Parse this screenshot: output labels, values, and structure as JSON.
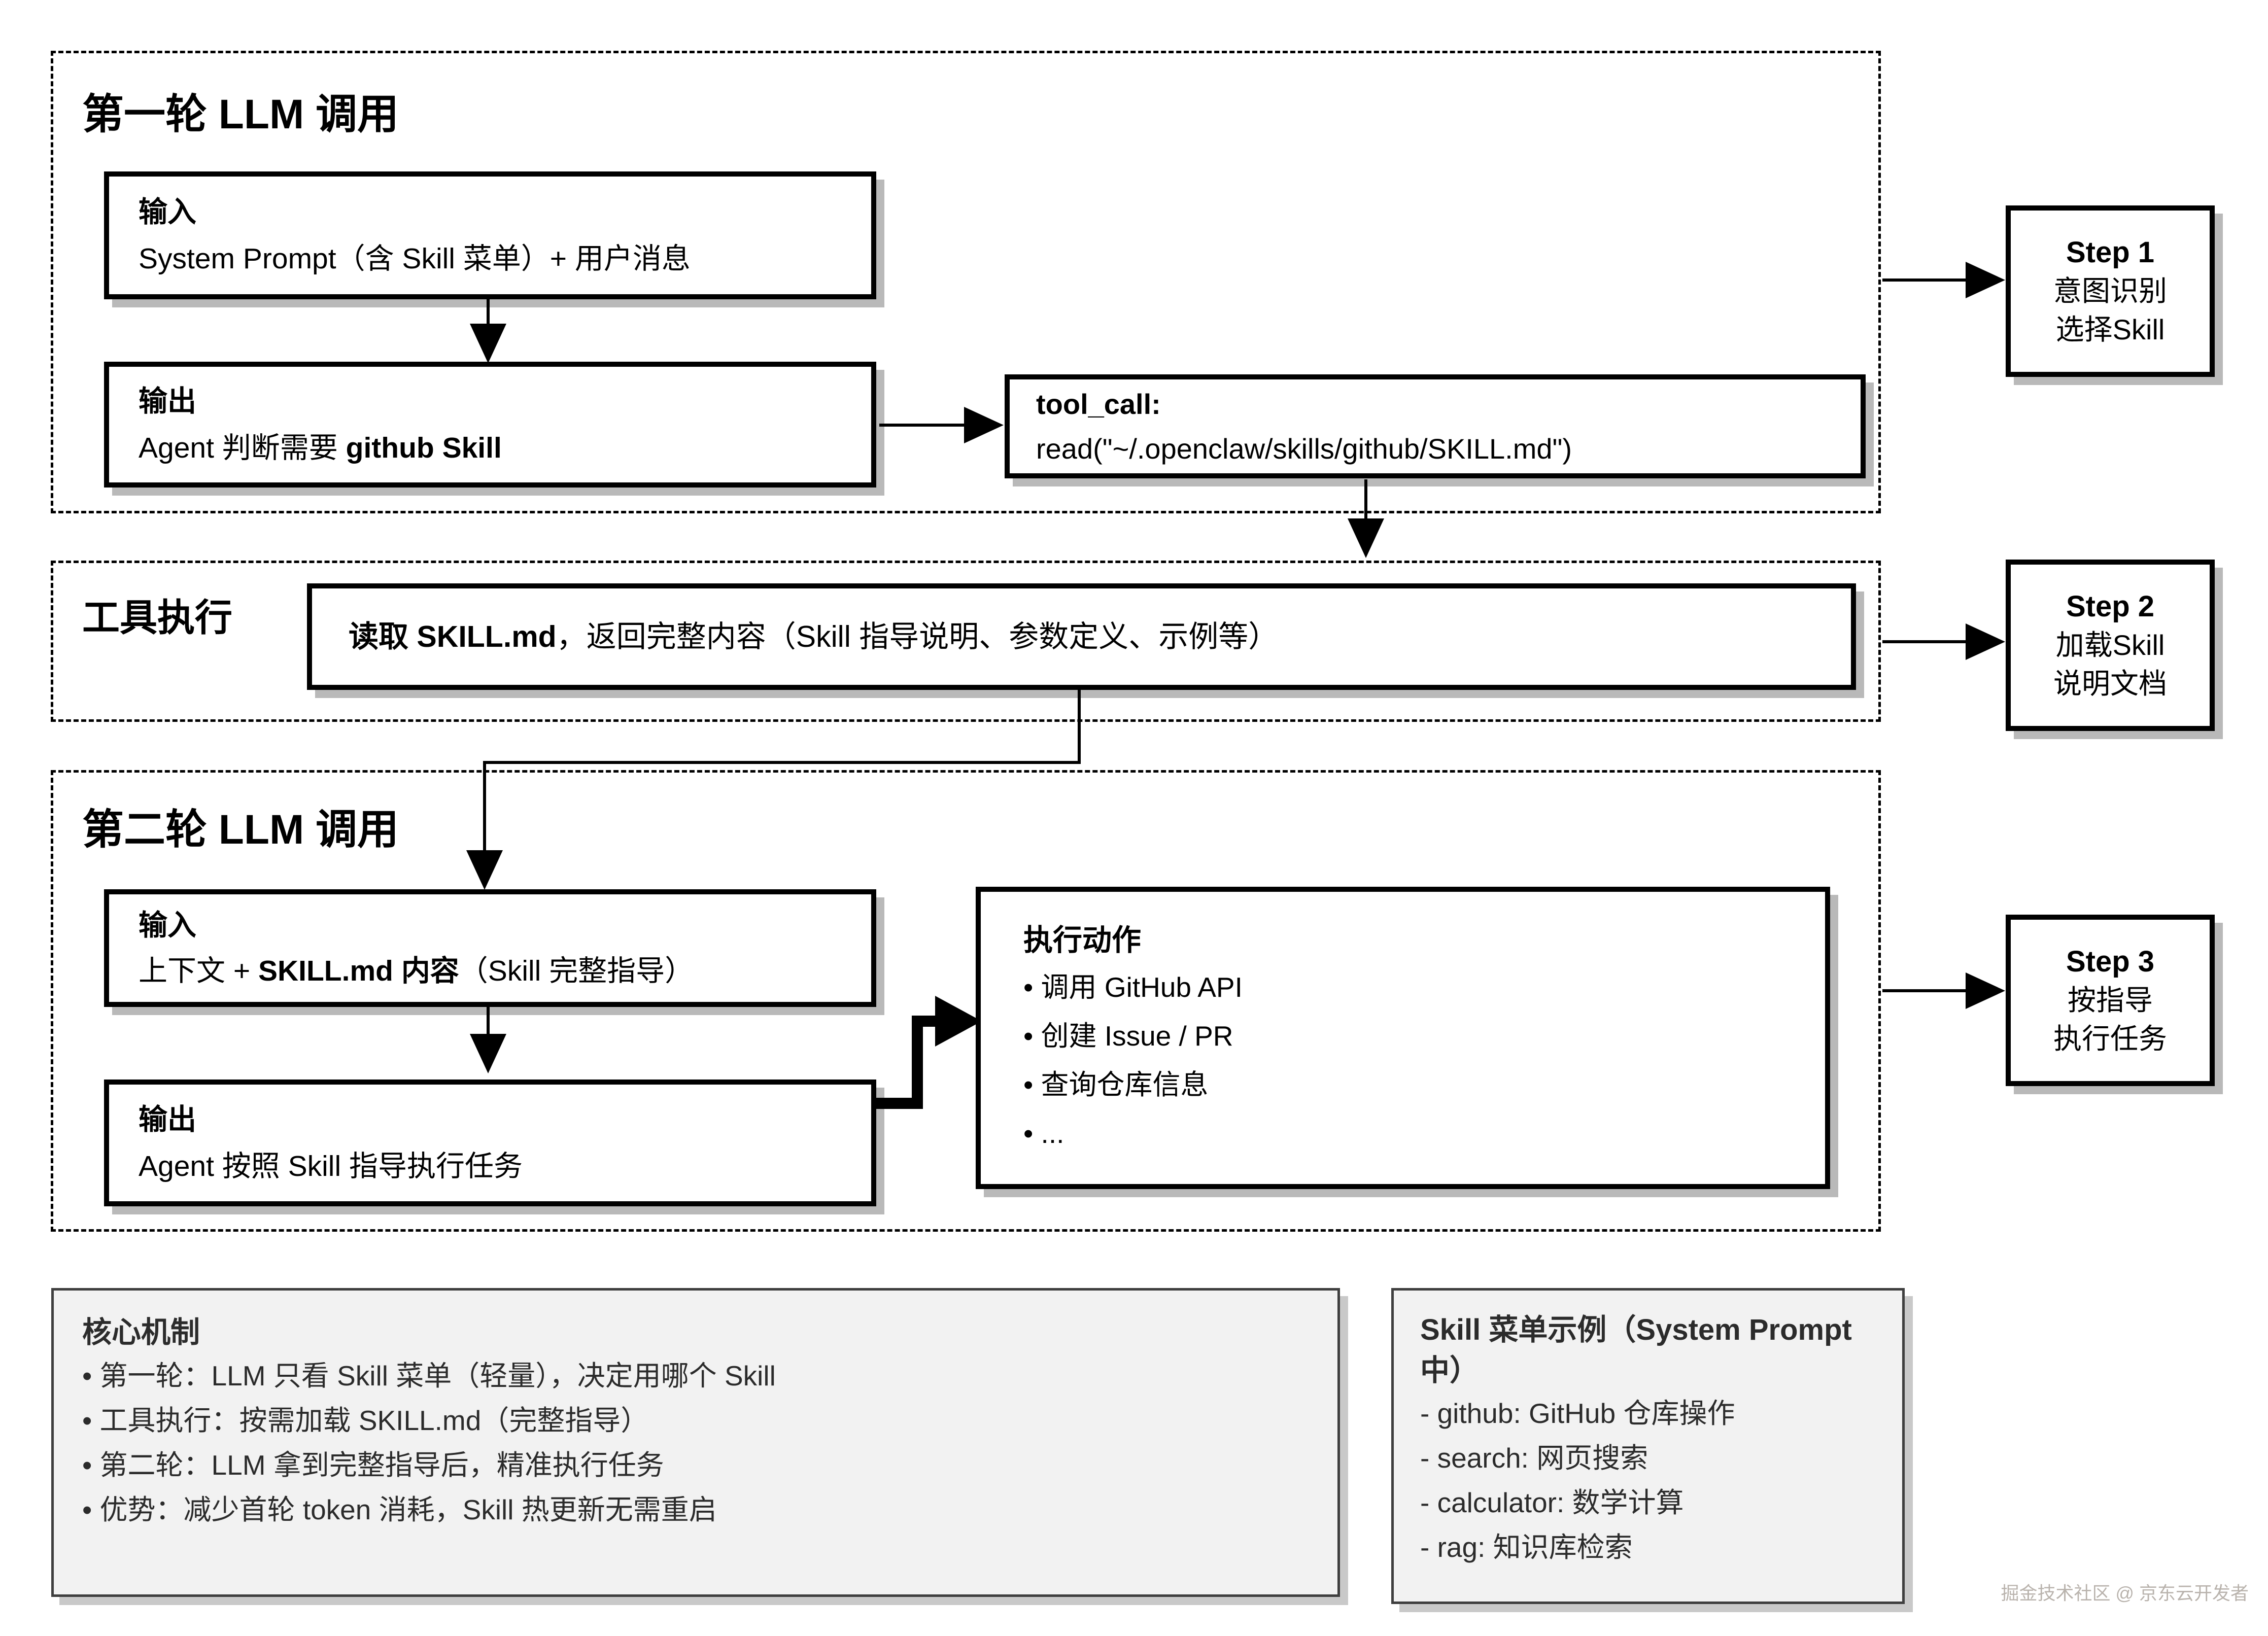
{
  "sections": {
    "round1": {
      "title": "第一轮 LLM 调用",
      "input_box": {
        "label": "输入",
        "body": "System Prompt（含 Skill 菜单）+ 用户消息"
      },
      "output_box": {
        "label": "输出",
        "pre": "Agent 判断需要 ",
        "strong": "github Skill"
      },
      "tool_box": {
        "label": "tool_call:",
        "body": "read(\"~/.openclaw/skills/github/SKILL.md\")"
      }
    },
    "tool_exec": {
      "title": "工具执行",
      "read_box": {
        "strong": "读取 SKILL.md",
        "post": "，返回完整内容（Skill 指导说明、参数定义、示例等）"
      }
    },
    "round2": {
      "title": "第二轮 LLM 调用",
      "input_box": {
        "label": "输入",
        "pre": "上下文 + ",
        "strong": "SKILL.md 内容",
        "post": "（Skill 完整指导）"
      },
      "output_box": {
        "label": "输出",
        "body": "Agent 按照 Skill 指导执行任务"
      },
      "action_box": {
        "title": "执行动作",
        "items": [
          "• 调用 GitHub API",
          "• 创建 Issue / PR",
          "• 查询仓库信息",
          "• ..."
        ]
      }
    }
  },
  "steps": [
    {
      "title": "Step 1",
      "line1": "意图识别",
      "line2": "选择Skill"
    },
    {
      "title": "Step 2",
      "line1": "加载Skill",
      "line2": "说明文档"
    },
    {
      "title": "Step 3",
      "line1": "按指导",
      "line2": "执行任务"
    }
  ],
  "notes": {
    "core": {
      "title": "核心机制",
      "items": [
        "• 第一轮：LLM 只看 Skill 菜单（轻量），决定用哪个 Skill",
        "• 工具执行：按需加载 SKILL.md（完整指导）",
        "• 第二轮：LLM 拿到完整指导后，精准执行任务",
        "• 优势：减少首轮 token 消耗，Skill 热更新无需重启"
      ]
    },
    "menu": {
      "title": "Skill 菜单示例（System Prompt 中）",
      "items": [
        "- github: GitHub 仓库操作",
        "- search: 网页搜索",
        "- calculator: 数学计算",
        "- rag: 知识库检索"
      ]
    }
  },
  "watermark": "掘金技术社区 @ 京东云开发者",
  "colors": {
    "background": "#ffffff",
    "line": "#000000",
    "panel_bg": "#f2f2f2",
    "box_shadow": "#b9b9b9",
    "watermark": "#b9b3ad"
  }
}
